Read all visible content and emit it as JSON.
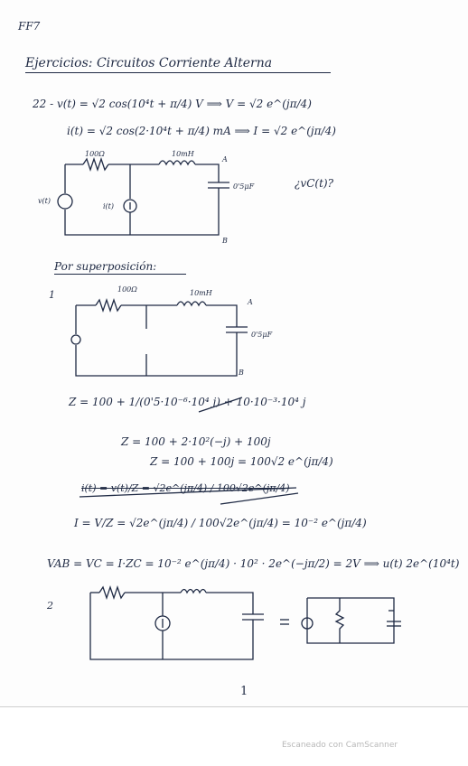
{
  "header_mark": "FF7",
  "title": "Ejercicios: Circuitos Corriente Alterna",
  "problem": {
    "line1": "22 - v(t) = √2 cos(10⁴t + π/4) V ⟹ V = √2 e^(jπ/4)",
    "line2": "i(t) = √2 cos(2·10⁴t + π/4) mA ⟹ I = √2 e^(jπ/4)"
  },
  "circuit_main": {
    "resistor": "100Ω",
    "inductor": "10mH",
    "capacitor": "0'5μF",
    "node_a": "A",
    "node_b": "B",
    "source_v": "v(t)",
    "source_i": "i(t)",
    "question": "¿vC(t)?"
  },
  "superposition_label": "Por superposición:",
  "step1": {
    "number": "1",
    "resistor": "100Ω",
    "inductor": "10mH",
    "capacitor": "0'5μF",
    "node_a": "A",
    "node_b": "B",
    "z_line": "Z = 100 + 1/(0'5·10⁻⁶·10⁴ j) + 10·10⁻³·10⁴ j",
    "z_line2": "Z = 100 + 2·10²(−j) + 100j",
    "z_line3": "Z = 100 + 100j = 100√2 e^(jπ/4)",
    "i_crossed": "i(t) = v(t)/Z = √2e^(jπ/4) / 100√2e^(jπ/4)",
    "i_line": "I = V/Z = √2e^(jπ/4) / 100√2e^(jπ/4) = 10⁻² e^(jπ/4)",
    "vab_line": "VAB = VC = I·ZC = 10⁻² e^(jπ/4) · 10² · 2e^(−jπ/2) = 2V ⟹ u(t) 2e^(10⁴t)"
  },
  "step2": {
    "number": "2"
  },
  "page_number": "1",
  "watermark": "Escaneado con CamScanner"
}
